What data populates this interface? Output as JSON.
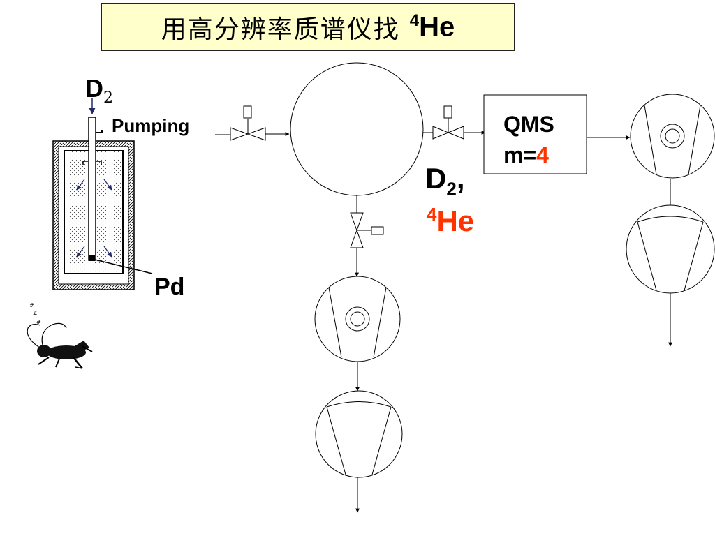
{
  "title": {
    "chinese": "用高分辨率质谱仪找",
    "isotope_mass": "4",
    "isotope_symbol": "He"
  },
  "cell": {
    "gas_symbol": "D",
    "gas_subscript": "2",
    "pumping_label": "Pumping",
    "metal_label": "Pd"
  },
  "chamber": {
    "gas_symbol": "D",
    "gas_subscript": "2",
    "separator": ",",
    "isotope_mass": "4",
    "isotope_symbol": "He"
  },
  "qms": {
    "name": "QMS",
    "mass_prefix": "m=",
    "mass_value": "4"
  },
  "colors": {
    "highlight": "#ff3300",
    "title_background": "#ffffcc",
    "arrow_blue": "#1f2a6b"
  }
}
